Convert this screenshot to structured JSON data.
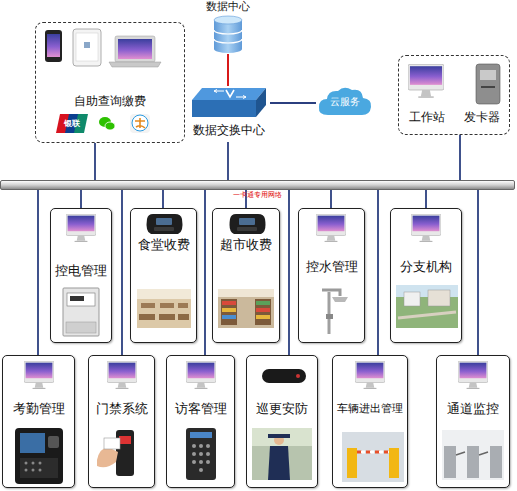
{
  "diagram": {
    "nodes": [
      {
        "text": [
          "数据中心"
        ]
      },
      {
        "text": [
          "自助查询缴费"
        ]
      },
      {
        "text": [
          "数据交换中心"
        ]
      },
      {
        "text": [
          "云服务"
        ]
      },
      {
        "text": [
          "工作站",
          "发卡器"
        ]
      },
      {
        "text": [
          "一卡通专用网络"
        ]
      },
      {
        "text": [
          "控电管理"
        ]
      },
      {
        "text": [
          "食堂收费"
        ]
      },
      {
        "text": [
          "超市收费"
        ]
      },
      {
        "text": [
          "控水管理"
        ]
      },
      {
        "text": [
          "分支机构"
        ]
      },
      {
        "text": [
          "考勤管理"
        ]
      },
      {
        "text": [
          "门禁系统"
        ]
      },
      {
        "text": [
          "访客管理"
        ]
      },
      {
        "text": [
          "巡更安防"
        ]
      },
      {
        "text": [
          "车辆进出管理"
        ]
      },
      {
        "text": [
          "通道监控"
        ]
      }
    ],
    "edges": [
      {
        "from": 0,
        "to": 2,
        "arrow": "none"
      },
      {
        "from": 2,
        "to": 3,
        "arrow": "none"
      },
      {
        "from": 2,
        "to": 5,
        "arrow": "none"
      },
      {
        "from": 1,
        "to": 5,
        "arrow": "none"
      },
      {
        "from": 4,
        "to": 5,
        "arrow": "none"
      },
      {
        "from": 6,
        "to": 5,
        "arrow": "none"
      },
      {
        "from": 7,
        "to": 5,
        "arrow": "none"
      },
      {
        "from": 8,
        "to": 5,
        "arrow": "none"
      },
      {
        "from": 9,
        "to": 5,
        "arrow": "none"
      },
      {
        "from": 10,
        "to": 5,
        "arrow": "none"
      },
      {
        "from": 11,
        "to": 5,
        "arrow": "none"
      },
      {
        "from": 12,
        "to": 5,
        "arrow": "none"
      },
      {
        "from": 13,
        "to": 5,
        "arrow": "none"
      },
      {
        "from": 14,
        "to": 5,
        "arrow": "none"
      },
      {
        "from": 15,
        "to": 5,
        "arrow": "none"
      },
      {
        "from": 16,
        "to": 5,
        "arrow": "none"
      }
    ],
    "labels": [
      "银联"
    ]
  }
}
